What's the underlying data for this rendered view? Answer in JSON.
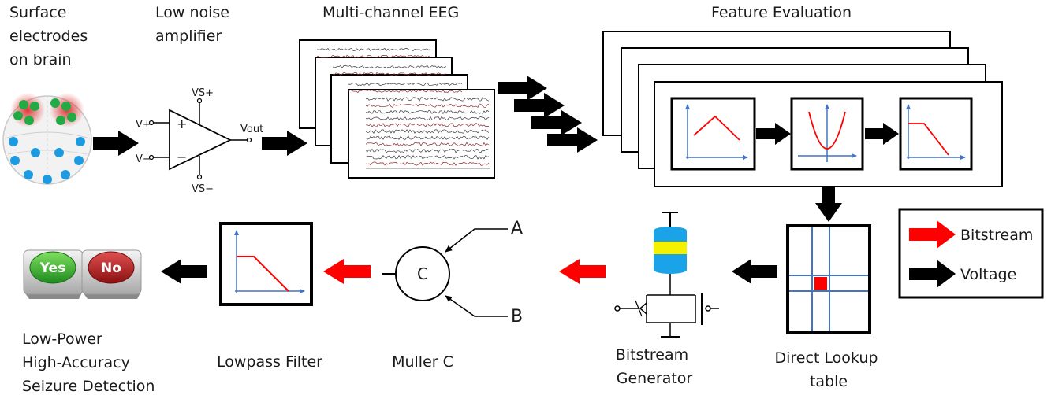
{
  "labels": {
    "surface_electrodes": [
      "Surface",
      "electrodes",
      "on brain"
    ],
    "amplifier": [
      "Low noise",
      "amplifier"
    ],
    "eeg": "Multi-channel EEG",
    "feature_eval": "Feature Evaluation",
    "lookup": [
      "Direct Lookup",
      "table"
    ],
    "bitstream_gen": [
      "Bitstream",
      "Generator"
    ],
    "muller": "Muller C",
    "lowpass": "Lowpass Filter",
    "seizure": [
      "Low-Power",
      "High-Accuracy",
      "Seizure Detection"
    ]
  },
  "amp_terms": {
    "vplus": "V+",
    "vminus": "V−",
    "vout": "Vout",
    "vsplus": "VS+",
    "vsminus": "VS−",
    "plus": "+",
    "minus": "−"
  },
  "muller": {
    "gate": "C",
    "input_a": "A",
    "input_b": "B"
  },
  "buttons": {
    "yes": "Yes",
    "no": "No"
  },
  "legend": {
    "items": [
      {
        "label": "Bitstream",
        "color": "#ff0000"
      },
      {
        "label": "Voltage",
        "color": "#000000"
      }
    ]
  },
  "colors": {
    "flow_voltage": "#000000",
    "flow_bitstream": "#ff0000",
    "axis": "#4472c4",
    "curve": "#ff0000",
    "electrode_active": "#22aa44",
    "electrode_idle": "#1e9ae0"
  }
}
